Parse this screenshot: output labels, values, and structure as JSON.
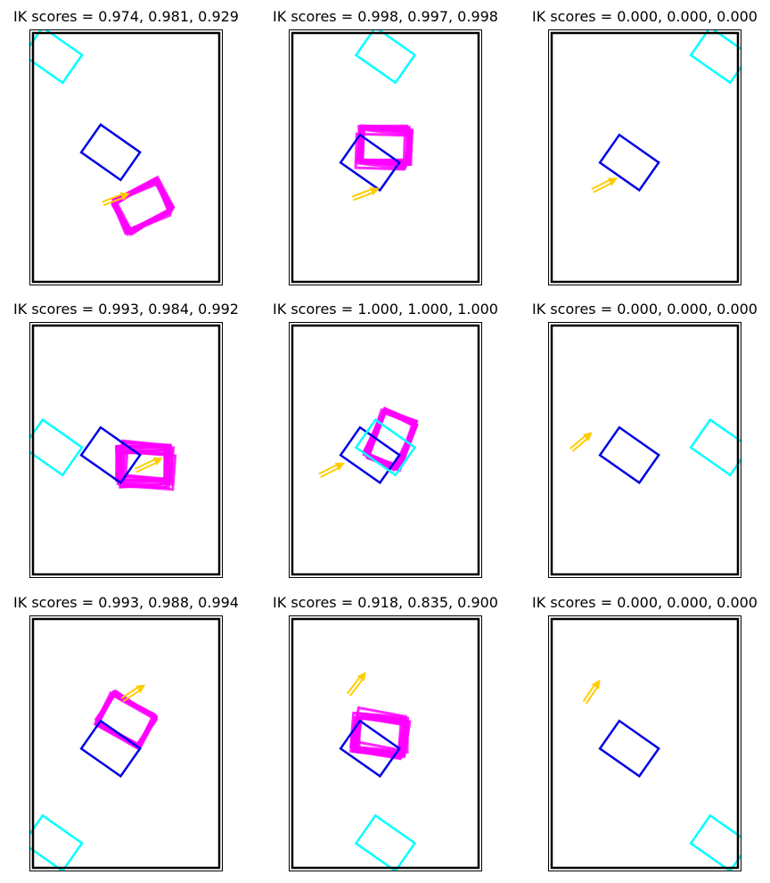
{
  "figure": {
    "rows": 3,
    "cols": 3
  },
  "colors": {
    "frame": "#000000",
    "target": "#0000e6",
    "goal": "#00ffff",
    "trajectory": "#ff00ff",
    "arrow": "#ffcc00"
  },
  "chart_data": [
    {
      "type": "scatter",
      "title": "IK scores = 0.974, 0.981, 0.929",
      "target": {
        "x": 0.42,
        "y": 0.48,
        "angle": 35
      },
      "goal": {
        "x": 0.12,
        "y": 0.1,
        "angle": 35
      },
      "arrow": {
        "x1": 0.38,
        "y1": 0.68,
        "x2": 0.52,
        "y2": 0.64
      },
      "trajectory": {
        "x": 0.59,
        "y": 0.69,
        "angle": -28,
        "count": 10,
        "spread": 0.012
      }
    },
    {
      "type": "scatter",
      "title": "IK scores = 0.998, 0.997, 0.998",
      "target": {
        "x": 0.42,
        "y": 0.52,
        "angle": 35
      },
      "goal": {
        "x": 0.5,
        "y": 0.1,
        "angle": 35
      },
      "arrow": {
        "x1": 0.33,
        "y1": 0.66,
        "x2": 0.47,
        "y2": 0.62
      },
      "trajectory": {
        "x": 0.49,
        "y": 0.46,
        "angle": 5,
        "count": 12,
        "spread": 0.02
      }
    },
    {
      "type": "scatter",
      "title": "IK scores = 0.000, 0.000, 0.000",
      "target": {
        "x": 0.42,
        "y": 0.52,
        "angle": 35
      },
      "goal": {
        "x": 0.89,
        "y": 0.1,
        "angle": 35
      },
      "arrow": {
        "x1": 0.23,
        "y1": 0.63,
        "x2": 0.36,
        "y2": 0.58
      },
      "trajectory": {
        "x": 0.0,
        "y": 0.0,
        "angle": 0,
        "count": 0,
        "spread": 0
      }
    },
    {
      "type": "scatter",
      "title": "IK scores = 0.993, 0.984, 0.992",
      "target": {
        "x": 0.42,
        "y": 0.52,
        "angle": 35
      },
      "goal": {
        "x": 0.12,
        "y": 0.49,
        "angle": 35
      },
      "arrow": {
        "x1": 0.55,
        "y1": 0.58,
        "x2": 0.69,
        "y2": 0.53
      },
      "trajectory": {
        "x": 0.6,
        "y": 0.56,
        "angle": 0,
        "count": 12,
        "spread": 0.025
      }
    },
    {
      "type": "scatter",
      "title": "IK scores = 1.000, 1.000, 1.000",
      "target": {
        "x": 0.42,
        "y": 0.52,
        "angle": 35
      },
      "goal": {
        "x": 0.5,
        "y": 0.49,
        "angle": 35
      },
      "arrow": {
        "x1": 0.16,
        "y1": 0.6,
        "x2": 0.29,
        "y2": 0.55
      },
      "trajectory": {
        "x": 0.53,
        "y": 0.46,
        "angle": -65,
        "count": 10,
        "spread": 0.01
      }
    },
    {
      "type": "scatter",
      "title": "IK scores = 0.000, 0.000, 0.000",
      "target": {
        "x": 0.42,
        "y": 0.52,
        "angle": 35
      },
      "goal": {
        "x": 0.89,
        "y": 0.49,
        "angle": 35
      },
      "arrow": {
        "x1": 0.12,
        "y1": 0.5,
        "x2": 0.23,
        "y2": 0.43
      },
      "trajectory": {
        "x": 0.0,
        "y": 0.0,
        "angle": 0,
        "count": 0,
        "spread": 0
      }
    },
    {
      "type": "scatter",
      "title": "IK scores = 0.993, 0.988, 0.994",
      "target": {
        "x": 0.42,
        "y": 0.52,
        "angle": 35
      },
      "goal": {
        "x": 0.12,
        "y": 0.89,
        "angle": 35
      },
      "arrow": {
        "x1": 0.48,
        "y1": 0.33,
        "x2": 0.6,
        "y2": 0.27
      },
      "trajectory": {
        "x": 0.5,
        "y": 0.41,
        "angle": 30,
        "count": 10,
        "spread": 0.008
      }
    },
    {
      "type": "scatter",
      "title": "IK scores = 0.918, 0.835, 0.900",
      "target": {
        "x": 0.42,
        "y": 0.52,
        "angle": 35
      },
      "goal": {
        "x": 0.5,
        "y": 0.89,
        "angle": 35
      },
      "arrow": {
        "x1": 0.31,
        "y1": 0.31,
        "x2": 0.4,
        "y2": 0.22
      },
      "trajectory": {
        "x": 0.47,
        "y": 0.46,
        "angle": 5,
        "count": 12,
        "spread": 0.02
      }
    },
    {
      "type": "scatter",
      "title": "IK scores = 0.000, 0.000, 0.000",
      "target": {
        "x": 0.42,
        "y": 0.52,
        "angle": 35
      },
      "goal": {
        "x": 0.89,
        "y": 0.89,
        "angle": 35
      },
      "arrow": {
        "x1": 0.19,
        "y1": 0.34,
        "x2": 0.27,
        "y2": 0.25
      },
      "trajectory": {
        "x": 0.0,
        "y": 0.0,
        "angle": 0,
        "count": 0,
        "spread": 0
      }
    }
  ]
}
